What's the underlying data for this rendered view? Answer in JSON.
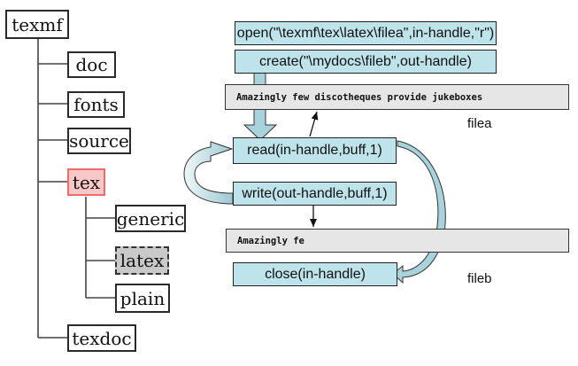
{
  "tree": {
    "root": "texmf",
    "children": [
      "doc",
      "fonts",
      "source",
      "tex",
      "texdoc"
    ],
    "tex_children": [
      "generic",
      "latex",
      "plain"
    ],
    "selected": "tex",
    "highlighted": "latex"
  },
  "operations": {
    "open": "open(\"\\texmf\\tex\\latex\\filea\",in-handle,\"r\")",
    "create": "create(\"\\mydocs\\fileb\",out-handle)",
    "read": "read(in-handle,buff,1)",
    "write": "write(out-handle,buff,1)",
    "close": "close(in-handle)"
  },
  "files": {
    "filea": {
      "name": "filea",
      "content": "Amazingly few discotheques provide jukeboxes"
    },
    "fileb": {
      "name": "fileb",
      "content": "Amazingly fe"
    }
  },
  "colors": {
    "operation_fill": "#bfe3ea",
    "file_fill": "#e6e6e6",
    "selected_fill": "#f8c8c8",
    "selected_border": "#ee6b6b",
    "highlight_fill": "#c9c9c9",
    "arrow_fill": "#a9d3dc"
  }
}
